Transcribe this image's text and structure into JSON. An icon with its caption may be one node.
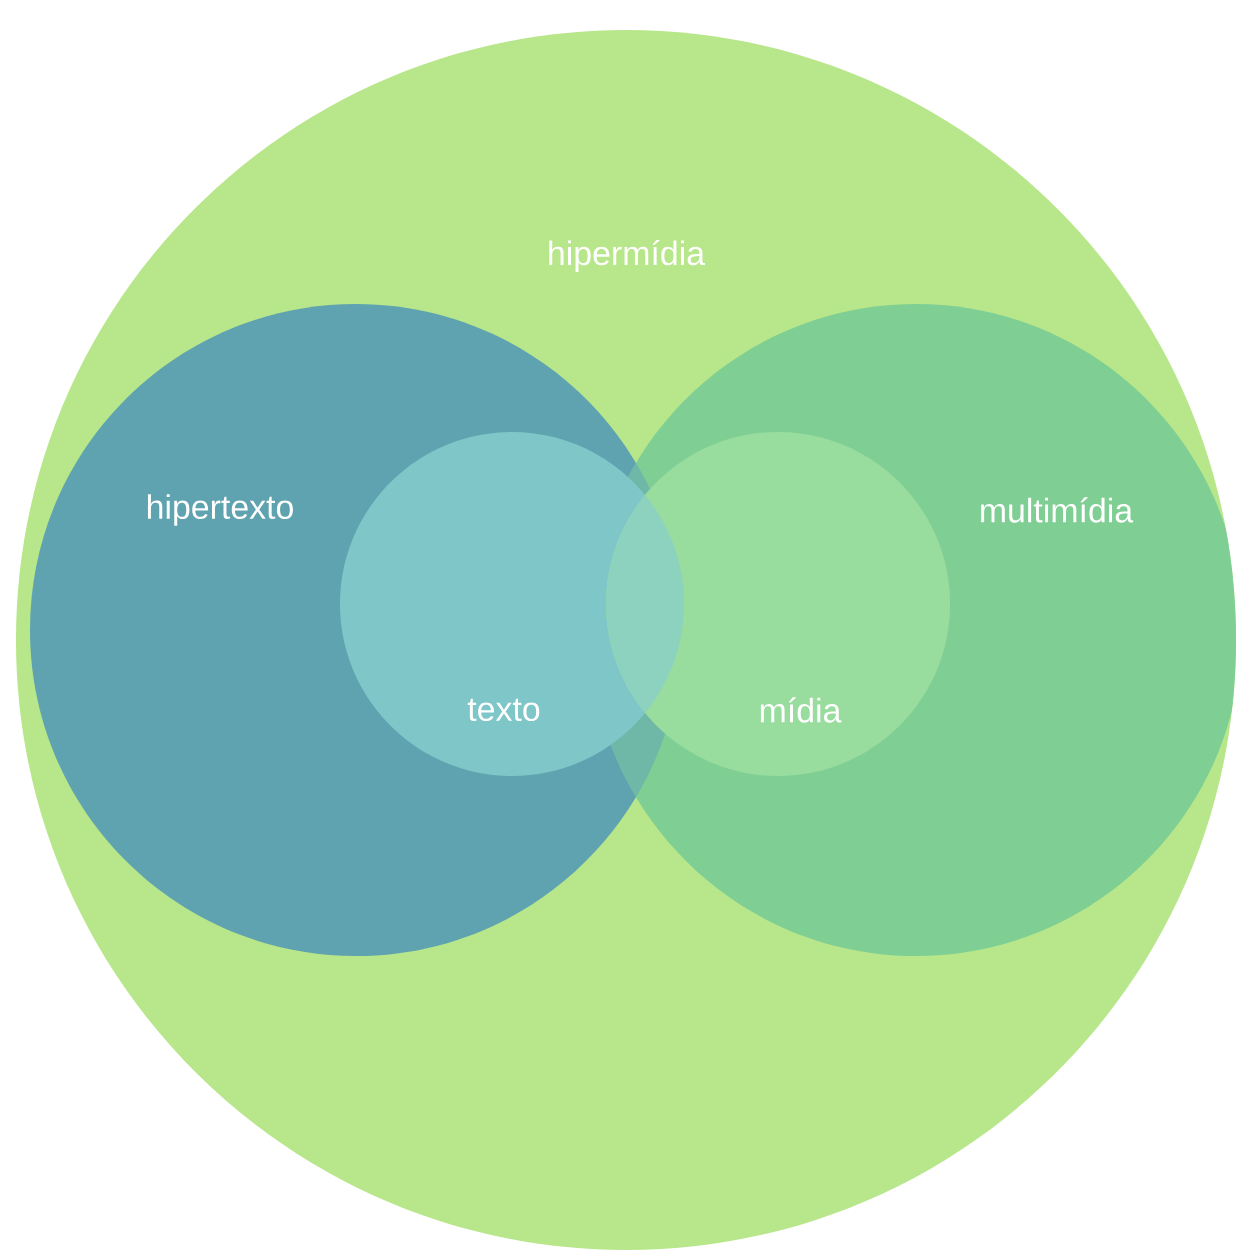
{
  "diagram": {
    "nodes": [
      {
        "text": [
          "hipermídia"
        ]
      },
      {
        "text": [
          "hipertexto"
        ],
        "in": 0
      },
      {
        "text": [
          "multimídia"
        ],
        "in": 0
      },
      {
        "text": [
          "texto"
        ],
        "in": 1
      },
      {
        "text": [
          "mídia"
        ],
        "in": 2
      }
    ]
  }
}
